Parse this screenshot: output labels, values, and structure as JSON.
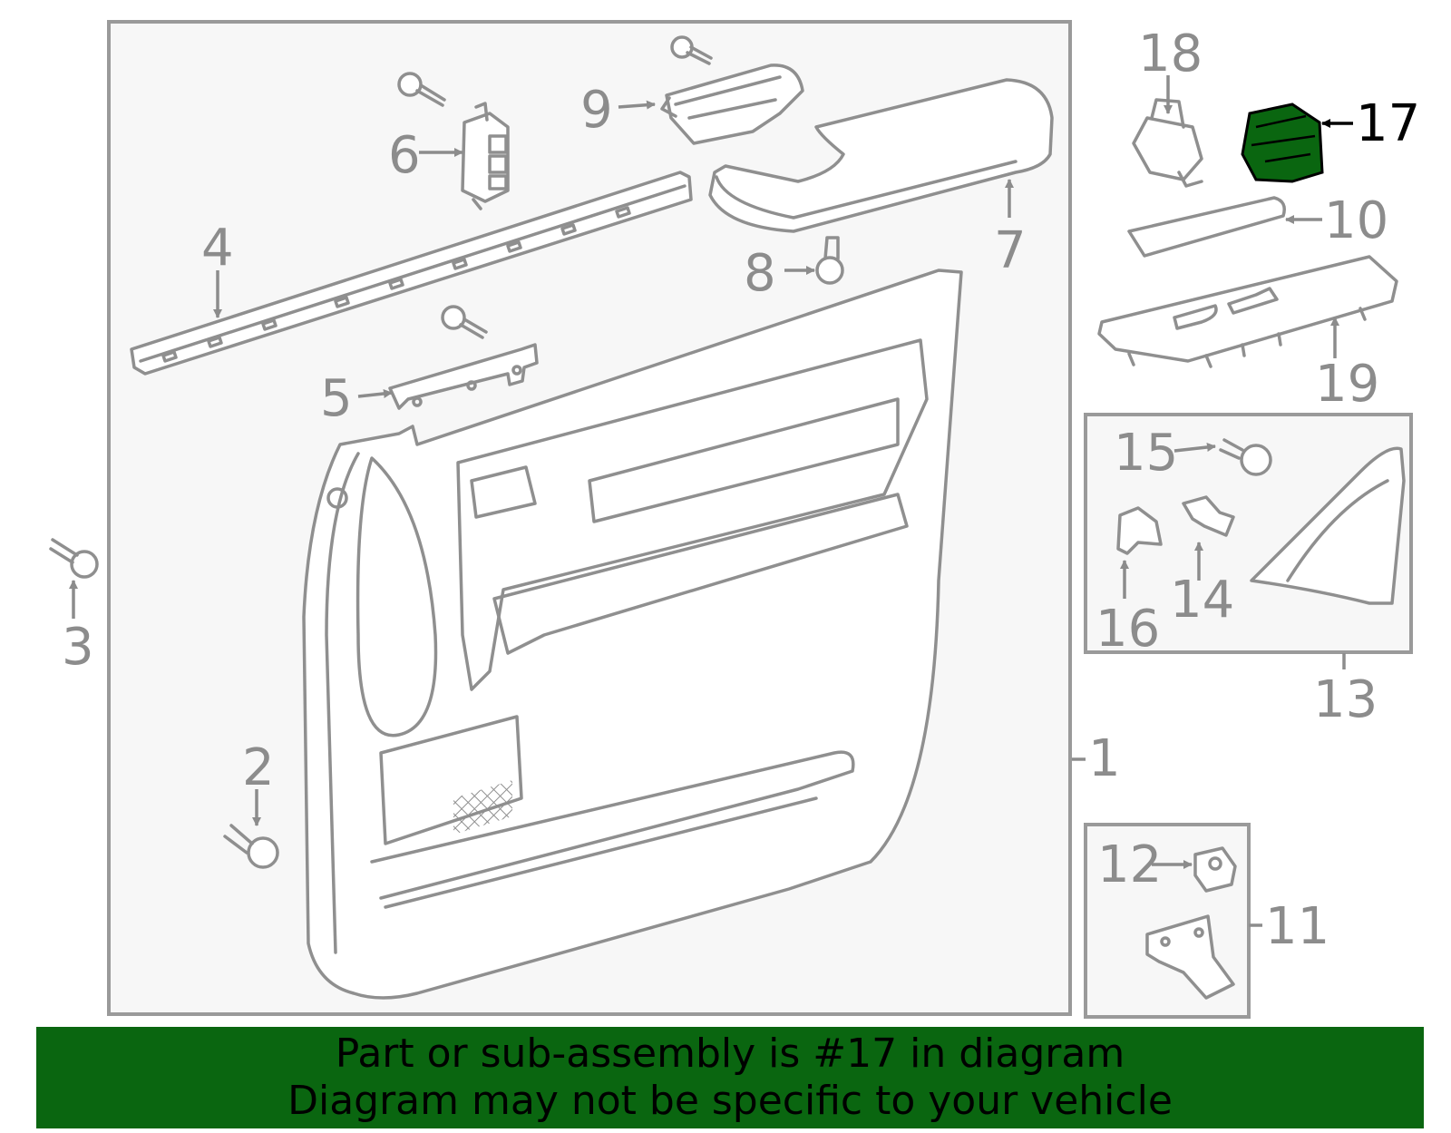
{
  "diagram": {
    "highlight_color": "#0a6610",
    "callouts": [
      "1",
      "2",
      "3",
      "4",
      "5",
      "6",
      "7",
      "8",
      "9",
      "10",
      "11",
      "12",
      "13",
      "14",
      "15",
      "16",
      "17",
      "18",
      "19"
    ],
    "highlighted_part": "17"
  },
  "banner": {
    "line1": "Part or sub-assembly is #17 in diagram",
    "line2": "Diagram may not be specific to your vehicle",
    "background": "#0a6610"
  }
}
